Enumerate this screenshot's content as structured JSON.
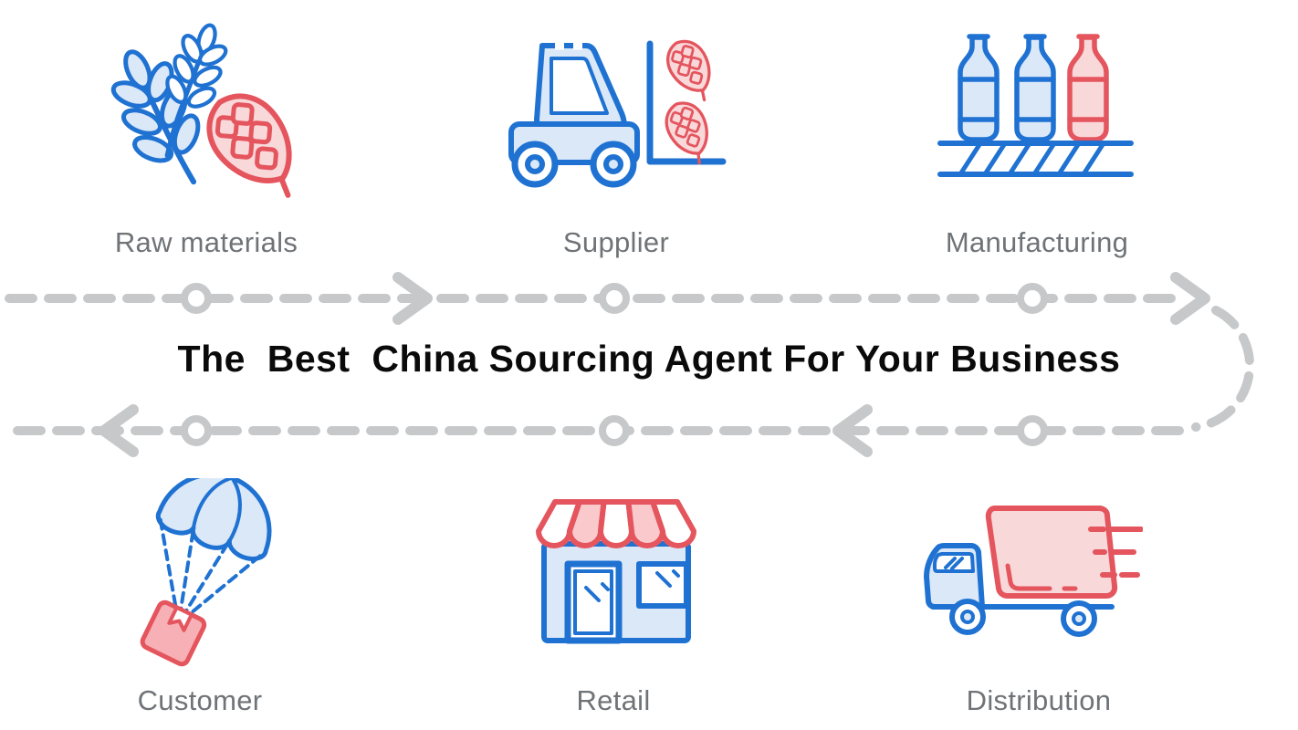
{
  "title": "The  Best  China Sourcing Agent For Your Business",
  "stages": [
    {
      "id": "raw-materials",
      "label": "Raw materials",
      "icon": "wheat-and-hops-icon",
      "row": "top"
    },
    {
      "id": "supplier",
      "label": "Supplier",
      "icon": "forklift-icon",
      "row": "top"
    },
    {
      "id": "manufacturing",
      "label": "Manufacturing",
      "icon": "bottles-conveyor-icon",
      "row": "top"
    },
    {
      "id": "customer",
      "label": "Customer",
      "icon": "parachute-package-icon",
      "row": "bottom"
    },
    {
      "id": "retail",
      "label": "Retail",
      "icon": "storefront-icon",
      "row": "bottom"
    },
    {
      "id": "distribution",
      "label": "Distribution",
      "icon": "delivery-truck-icon",
      "row": "bottom"
    }
  ],
  "flow": {
    "top_direction": "left-to-right",
    "bottom_direction": "right-to-left"
  },
  "colors": {
    "icon_blue": "#1f72d2",
    "icon_blue_fill": "#dbe8f8",
    "icon_red": "#e4555e",
    "icon_red_fill": "#f9d8da",
    "box_pink": "#f7b0b5",
    "awning_pink": "#f9c9cc",
    "dash_gray": "#c6c8ca",
    "label_gray": "#6f7377",
    "title_color": "#0a0a0a",
    "background": "#ffffff"
  }
}
